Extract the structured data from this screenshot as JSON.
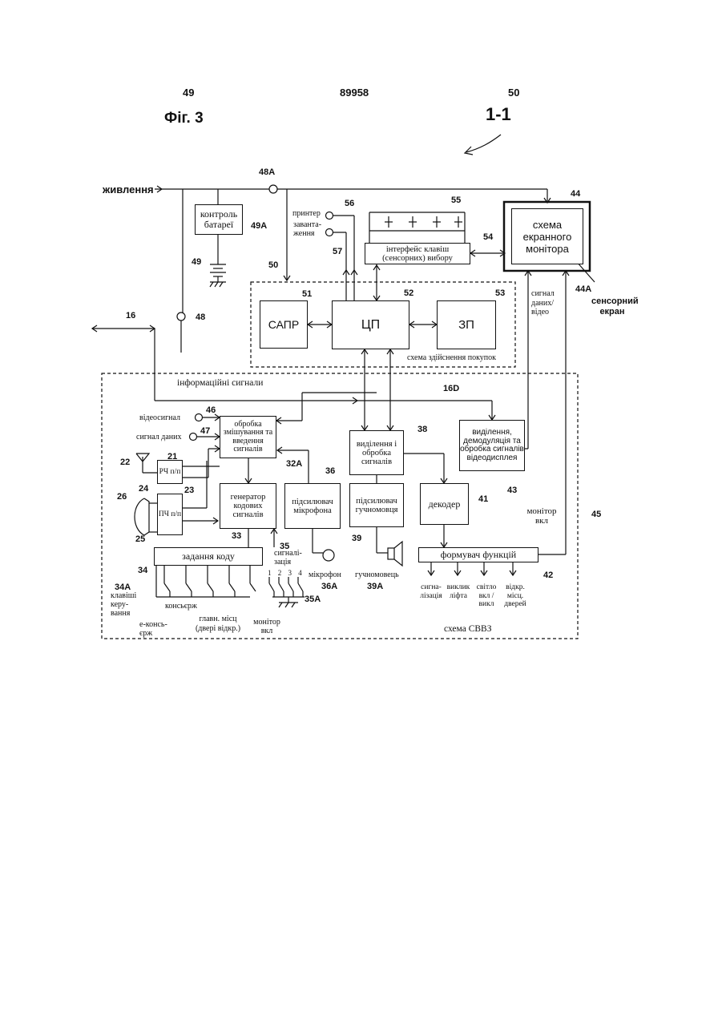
{
  "header": {
    "page_left": "49",
    "page_center": "89958",
    "page_right": "50"
  },
  "figure": {
    "title": "Фіг. 3",
    "ref": "1-1"
  },
  "blocks": {
    "battery": "контроль батареї",
    "printer_in": "принтер",
    "loading_in": "заванта-ження",
    "keys_interface": "інтерфейс клавіш (сенсорних) вибору",
    "screen_monitor": "схема екранного монітора",
    "sapr": "САПР",
    "cpu": "ЦП",
    "zp": "ЗП",
    "purchase": "схема здійснення покупок",
    "mixing": "обробка змішування та введення сигналів",
    "extraction": "виділення і обробка сигналів",
    "video_proc": "виділення, демодуляція та обробка сигналів відеодисплея",
    "rf": "РЧ п/п",
    "if": "ПЧ п/п",
    "code_gen": "генератор кодових сигналів",
    "mic_amp": "підсилювач мікрофона",
    "spk_amp": "підсилювач гучномовця",
    "decoder": "декодер",
    "code_set": "задання коду",
    "func_former": "формувач функцій"
  },
  "labels": {
    "power": "живлення",
    "video_signal": "відеосигнал",
    "data_signal": "сигнал даних",
    "info_signals": "інформаційні сигнали",
    "data_video": "сигнал даних/ відео",
    "touch_screen": "сенсорний екран",
    "monitor_on": "монітор вкл",
    "microphone": "мікрофон",
    "speaker": "гучномовець",
    "alarm_sw": "сигналі-зація",
    "control_keys": "клавіші керу-вання",
    "e_concierge": "е-консь-єрж",
    "concierge": "консьєрж",
    "main_door": "главн. місц (двері відкр.)",
    "monitor_on_sw": "монітор вкл",
    "svvz": "схема СВВЗ",
    "out_alarm": "сигна-лізація",
    "out_lift": "виклик ліфта",
    "out_light": "світло вкл / викл",
    "out_door": "відкр. місц. дверей",
    "switch_nums": "1 2 3 4"
  },
  "refs": {
    "r48A": "48A",
    "r44": "44",
    "r55": "55",
    "r56": "56",
    "r57": "57",
    "r54": "54",
    "r49A": "49A",
    "r49": "49",
    "r50": "50",
    "r51": "51",
    "r52": "52",
    "r53": "53",
    "r44A": "44A",
    "r16": "16",
    "r48": "48",
    "r16D": "16D",
    "r46": "46",
    "r47": "47",
    "r38": "38",
    "r21": "21",
    "r22": "22",
    "r24": "24",
    "r23": "23",
    "r26": "26",
    "r25": "25",
    "r32A": "32A",
    "r36": "36",
    "r41": "41",
    "r43": "43",
    "r33": "33",
    "r39": "39",
    "r45": "45",
    "r35": "35",
    "r34": "34",
    "r42": "42",
    "r34A": "34A",
    "r35A": "35A",
    "r36A": "36A",
    "r39A": "39A"
  }
}
